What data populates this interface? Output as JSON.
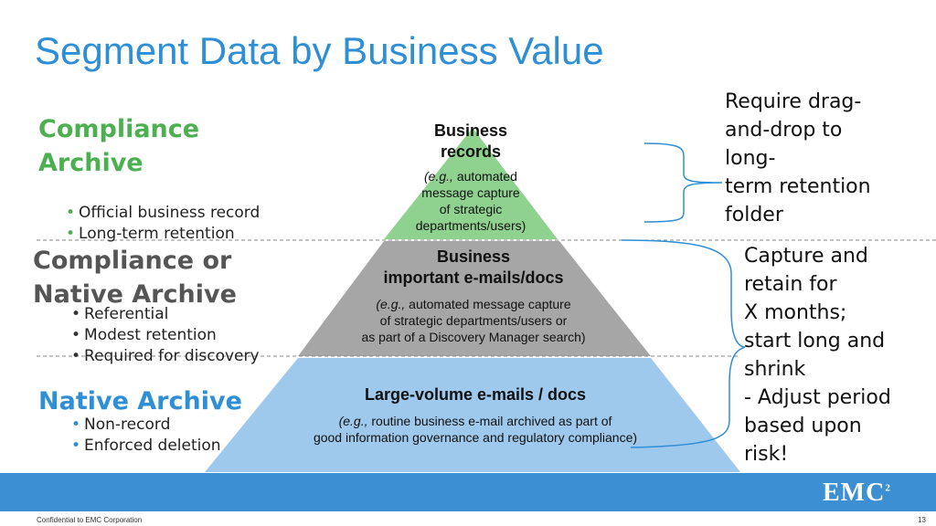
{
  "slide": {
    "title": "Segment Data by Business Value",
    "footer_confidential": "Confidential to EMC Corporation",
    "page_number": "13",
    "logo_text": "EMC",
    "logo_sup": "2"
  },
  "tiers": [
    {
      "heading": [
        "Compliance",
        "Archive"
      ],
      "heading_color": "#4caf50",
      "bullets": [
        "Official business record",
        "Long-term retention"
      ],
      "pyramid_title": [
        "Business",
        "records"
      ],
      "pyramid_desc_eg": "(e.g.,",
      "pyramid_desc": [
        "automated",
        "message capture",
        "of strategic",
        "departments/users)"
      ],
      "pyramid_color": "#8fd18f",
      "side_note": [
        "Require drag-",
        "and-drop to",
        "long-",
        "term retention",
        "folder"
      ]
    },
    {
      "heading": [
        "Compliance or",
        "Native Archive"
      ],
      "heading_color": "#555555",
      "bullets": [
        "Referential",
        "Modest retention",
        "Required for discovery"
      ],
      "pyramid_title": [
        "Business",
        "important e-mails/docs"
      ],
      "pyramid_desc_eg": "(e.g.,",
      "pyramid_desc": [
        "automated message capture",
        "of strategic departments/users or",
        "as part of a Discovery Manager search)"
      ],
      "pyramid_color": "#a6a6a6",
      "side_note": [
        "Capture and",
        "retain for",
        "X months;",
        "start long and",
        "shrink",
        "- Adjust period",
        "based upon",
        "risk!"
      ]
    },
    {
      "heading": [
        "Native Archive"
      ],
      "heading_color": "#2e8fd6",
      "bullets": [
        "Non-record",
        "Enforced deletion"
      ],
      "pyramid_title": [
        "Large-volume e-mails / docs"
      ],
      "pyramid_desc_eg": "(e.g.,",
      "pyramid_desc": [
        "routine business e-mail archived as part of",
        "good information governance and regulatory compliance)"
      ],
      "pyramid_color": "#9ec9ec"
    }
  ],
  "colors": {
    "title": "#2e8fd6",
    "bar": "#3d8fd4",
    "bracket": "#2e8fd6"
  }
}
